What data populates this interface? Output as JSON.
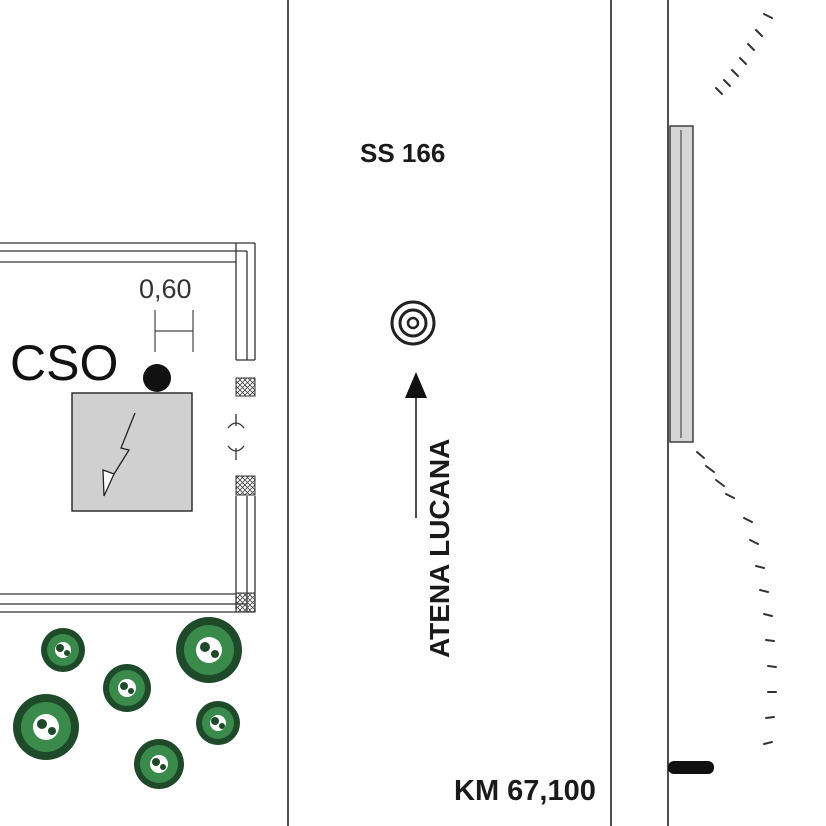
{
  "road": {
    "name": "SS 166",
    "direction": "ATENA LUCANA",
    "km_marker": "KM 67,100"
  },
  "cabin": {
    "label": "CSO",
    "dimension": "0,60"
  },
  "icons": [
    "target-icon",
    "north-arrow-icon",
    "lightning-icon",
    "tree-icon"
  ],
  "colors": {
    "cabin_fill": "#d0d0d0",
    "tree_dark": "#1e4a2a",
    "tree_light": "#3a8a4c",
    "ink": "#1a1a1a"
  }
}
